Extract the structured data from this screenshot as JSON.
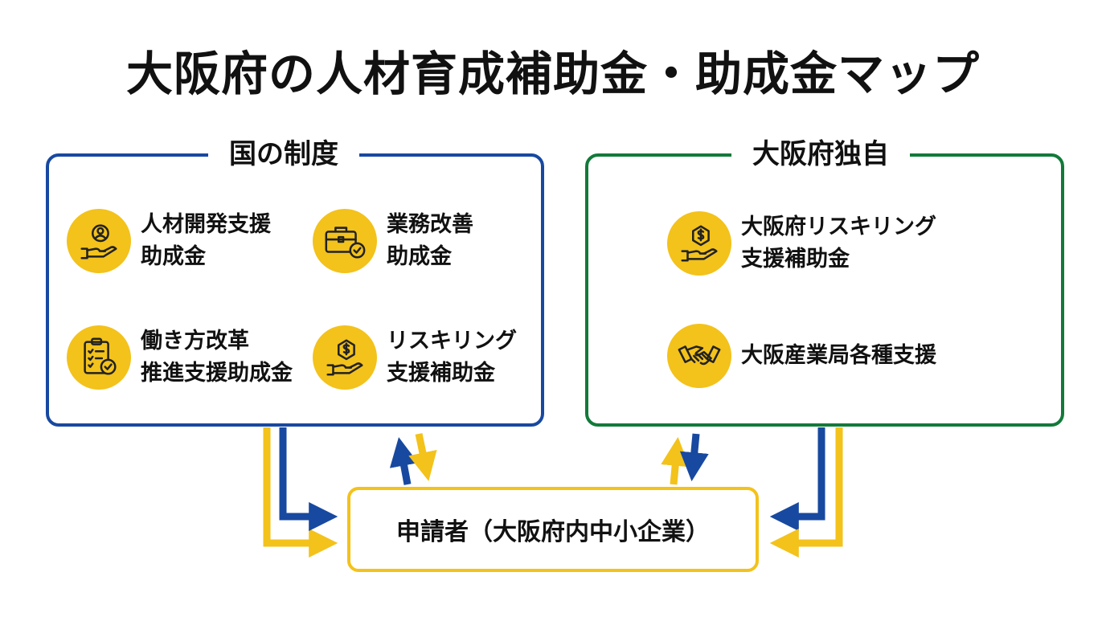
{
  "title": "大阪府の人材育成補助金・助成金マップ",
  "national": {
    "label": "国の制度",
    "items": [
      {
        "label": "人材開発支援\n助成金",
        "icon": "hand-person-icon"
      },
      {
        "label": "業務改善\n助成金",
        "icon": "briefcase-check-icon"
      },
      {
        "label": "働き方改革\n推進支援助成金",
        "icon": "clipboard-check-icon"
      },
      {
        "label": "リスキリング\n支援補助金",
        "icon": "hand-coin-icon"
      }
    ]
  },
  "osaka": {
    "label": "大阪府独自",
    "items": [
      {
        "label": "大阪府リスキリング\n支援補助金",
        "icon": "hand-coin-icon"
      },
      {
        "label": "大阪産業局各種支援",
        "icon": "handshake-icon"
      }
    ]
  },
  "applicant": "申請者（大阪府内中小企業）",
  "colors": {
    "national": "#1849a0",
    "osaka": "#127a3a",
    "accent": "#f3c21b",
    "arrow_blue": "#1849a0",
    "arrow_yellow": "#f3c21b"
  }
}
